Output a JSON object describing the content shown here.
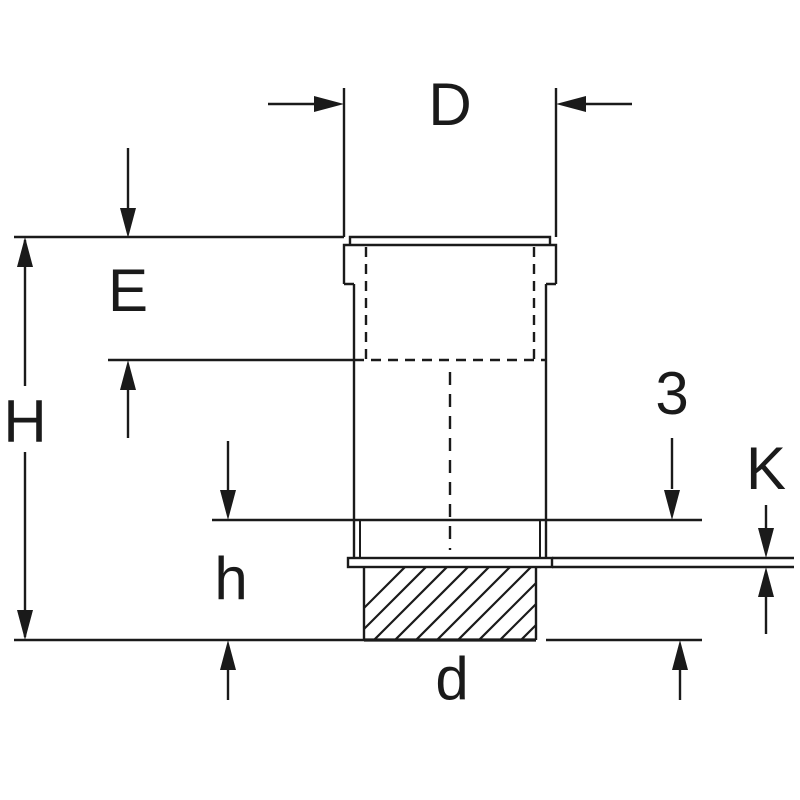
{
  "diagram": {
    "type": "technical-dimension-drawing",
    "labels": {
      "D": "D",
      "E": "E",
      "H": "H",
      "h": "h",
      "d": "d",
      "three": "3",
      "K": "K"
    },
    "colors": {
      "line": "#1a1a1a",
      "background": "#ffffff"
    }
  }
}
